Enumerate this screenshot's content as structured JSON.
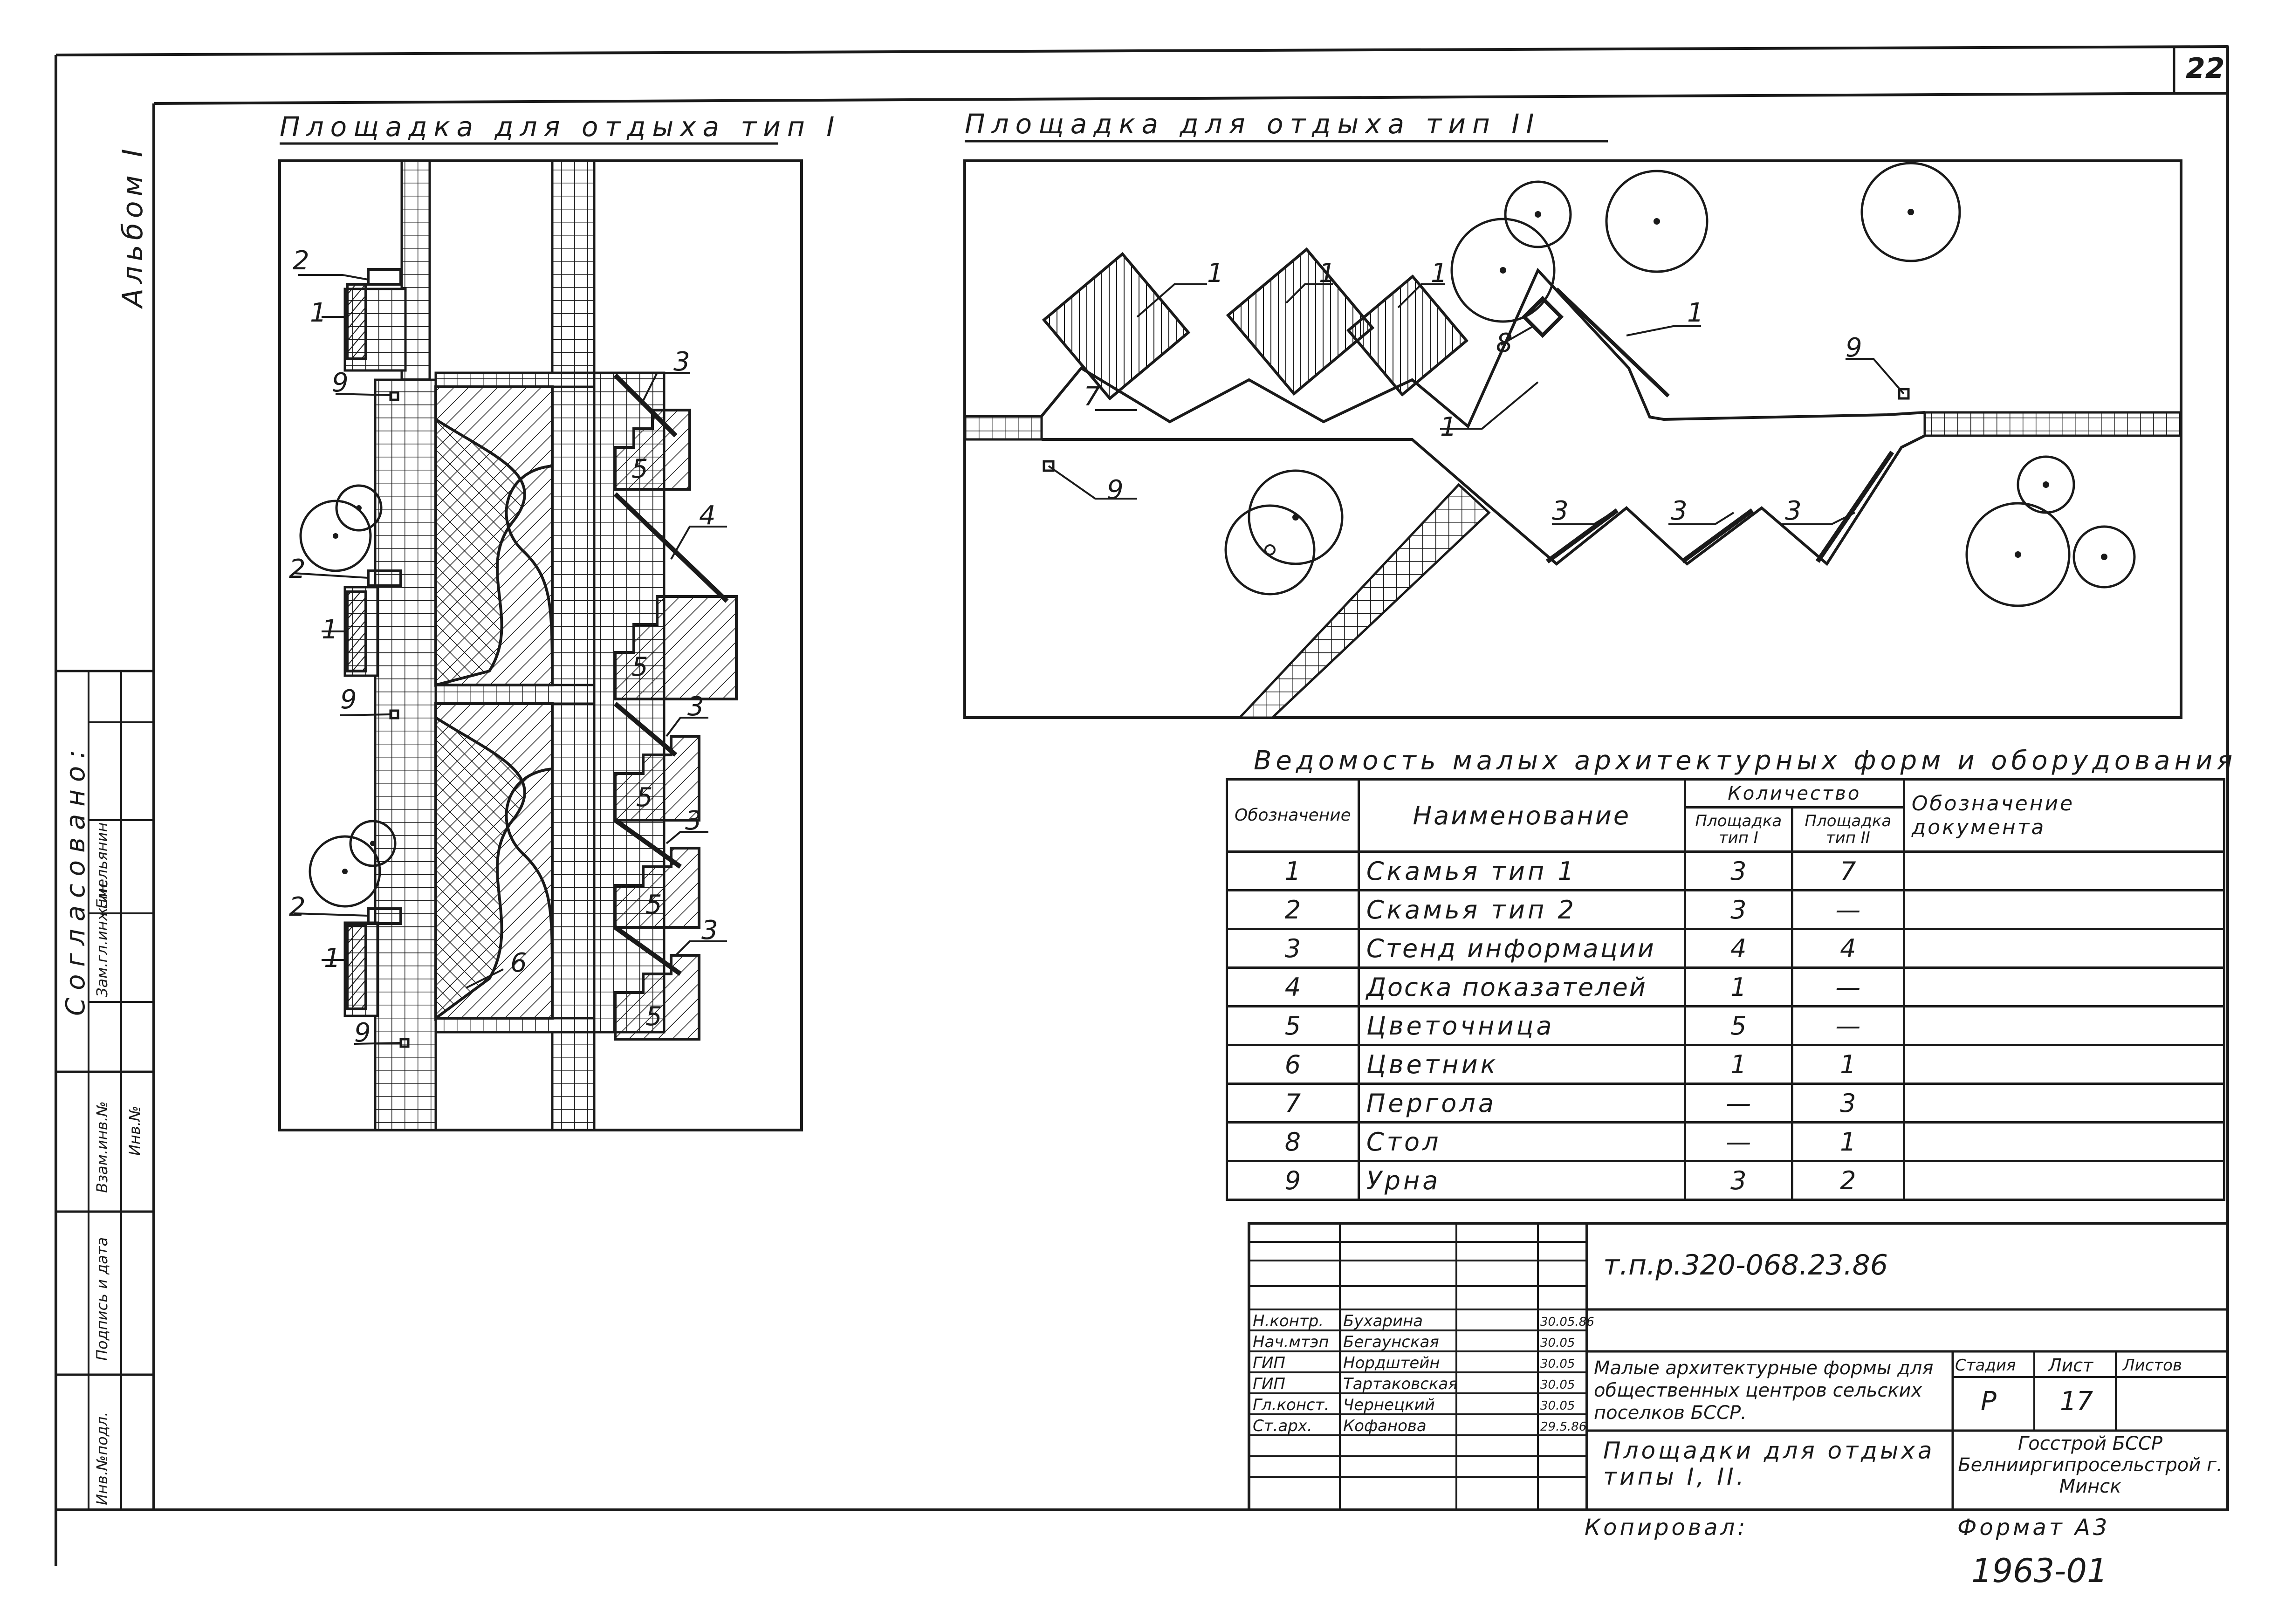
{
  "sheet_number": "22",
  "sidebar": {
    "album": "Альбом I",
    "agreed": "Согласовано:",
    "sig_a": "Емельянин",
    "sig_b": "Зам.гл.инж.ин.",
    "inv_c": "Инв.№",
    "inv_d": "Взам.инв.№",
    "inv_e": "Подпись и дата",
    "inv_f": "Инв.№подл."
  },
  "plan1": {
    "title": "Площадка для отдыха тип I",
    "callouts": [
      "2",
      "1",
      "9",
      "2",
      "1",
      "9",
      "2",
      "1",
      "9",
      "3",
      "5",
      "4",
      "5",
      "3",
      "5",
      "3",
      "5",
      "3",
      "5",
      "6"
    ]
  },
  "plan2": {
    "title": "Площадка для отдыха тип II",
    "callouts": [
      "1",
      "1",
      "1",
      "1",
      "1",
      "7",
      "8",
      "9",
      "9",
      "3",
      "3",
      "3"
    ]
  },
  "schedule": {
    "title": "Ведомость малых архитектурных форм и оборудования",
    "headers": {
      "code": "Обозначение",
      "name": "Наименование",
      "qty": "Количество",
      "qty1": "Площадка тип I",
      "qty2": "Площадка тип II",
      "doc": "Обозначение документа"
    },
    "rows": [
      {
        "code": "1",
        "name": "Скамья тип 1",
        "q1": "3",
        "q2": "7"
      },
      {
        "code": "2",
        "name": "Скамья тип 2",
        "q1": "3",
        "q2": "—"
      },
      {
        "code": "3",
        "name": "Стенд информации",
        "q1": "4",
        "q2": "4"
      },
      {
        "code": "4",
        "name": "Доска показателей",
        "q1": "1",
        "q2": "—"
      },
      {
        "code": "5",
        "name": "Цветочница",
        "q1": "5",
        "q2": "—"
      },
      {
        "code": "6",
        "name": "Цветник",
        "q1": "1",
        "q2": "1"
      },
      {
        "code": "7",
        "name": "Пергола",
        "q1": "—",
        "q2": "3"
      },
      {
        "code": "8",
        "name": "Стол",
        "q1": "—",
        "q2": "1"
      },
      {
        "code": "9",
        "name": "Урна",
        "q1": "3",
        "q2": "2"
      }
    ]
  },
  "title_block": {
    "doc_code": "т.п.р.320-068.23.86",
    "people": [
      {
        "role": "Н.контр.",
        "name": "Бухарина",
        "date": "30.05.86"
      },
      {
        "role": "Нач.мтэп",
        "name": "Бегаунская",
        "date": "30.05"
      },
      {
        "role": "ГИП",
        "name": "Нордштейн",
        "date": "30.05"
      },
      {
        "role": "ГИП",
        "name": "Тартаковская",
        "date": "30.05"
      },
      {
        "role": "Гл.конст.",
        "name": "Чернецкий",
        "date": "30.05"
      },
      {
        "role": "Ст.арх.",
        "name": "Кофанова",
        "date": "29.5.86"
      }
    ],
    "project_title": "Малые архитектурные формы для общественных центров сельских поселков БССР.",
    "sheet_title": "Площадки для отдыха типы I, II.",
    "stage_label": "Стадия",
    "sheet_label": "Лист",
    "sheets_label": "Листов",
    "stage": "Р",
    "sheet": "17",
    "org": "Госстрой БССР Белнииргипросельстрой г. Минск",
    "copied": "Копировал:",
    "format": "Формат А3",
    "archive": "1963-01"
  },
  "colors": {
    "ink": "#1a1a1a",
    "paper": "#ffffff"
  }
}
